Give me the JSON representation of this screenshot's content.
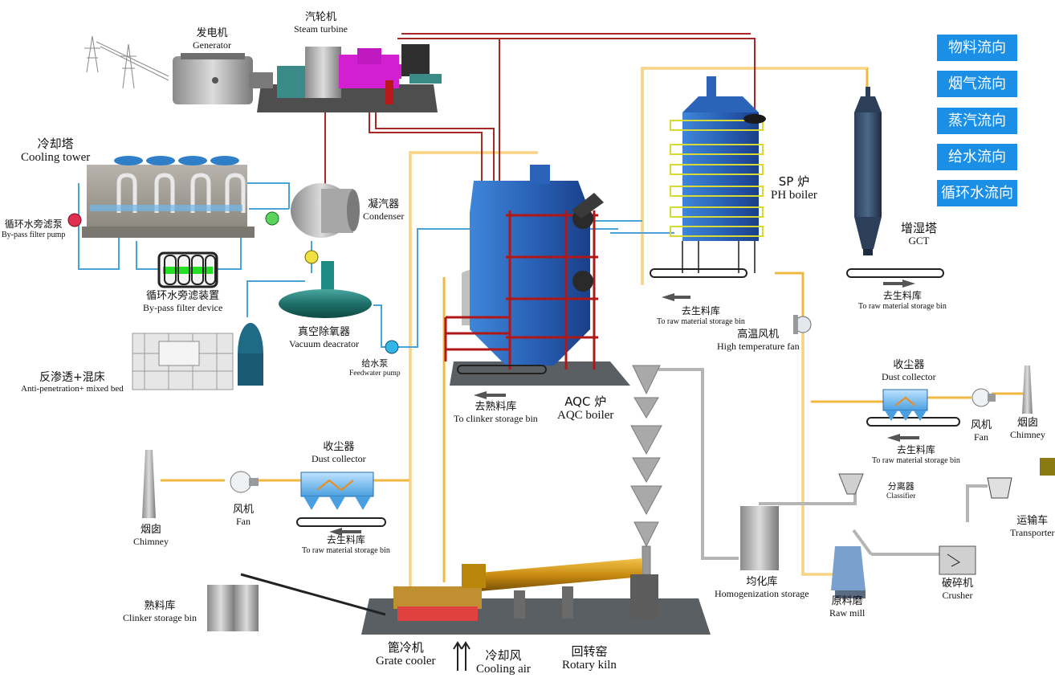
{
  "colors": {
    "legend_bg": "#1b8fe6",
    "material_pipe": "#f0b840",
    "flue_pipe": "#b9b9b9",
    "steam_pipe": "#b22a2a",
    "water_pipe": "#4aa3d6",
    "boiler_blue": "#2563b8",
    "steel_red": "#b01818",
    "ground": "#555a5e"
  },
  "legend": [
    {
      "label": "物料流向"
    },
    {
      "label": "烟气流向"
    },
    {
      "label": "蒸汽流向"
    },
    {
      "label": "给水流向"
    },
    {
      "label": "循环水流向"
    }
  ],
  "labels": {
    "generator": {
      "zh": "发电机",
      "en": "Generator"
    },
    "steam_turbine": {
      "zh": "汽轮机",
      "en": "Steam turbine"
    },
    "cooling_tower": {
      "zh": "冷却塔",
      "en": "Cooling tower"
    },
    "condenser": {
      "zh": "凝汽器",
      "en": "Condenser"
    },
    "bypass_pump": {
      "zh": "循环水旁滤泵",
      "en": "By-pass filter pump"
    },
    "bypass_device": {
      "zh": "循环水旁滤装置",
      "en": "By-pass filter device"
    },
    "vacuum_deaerator": {
      "zh": "真空除氧器",
      "en": "Vacuum deacrator"
    },
    "feedwater_pump": {
      "zh": "给水泵",
      "en": "Feedwater pump"
    },
    "anti_penetration": {
      "zh": "反渗透+混床",
      "en": "Anti-penetration+ mixed bed"
    },
    "aqc_boiler": {
      "zh": "AQC 炉",
      "en": "AQC boiler"
    },
    "to_clinker_bin": {
      "zh": "去熟料库",
      "en": "To clinker storage bin"
    },
    "sp_boiler": {
      "zh": "SP  炉",
      "en": "PH boiler"
    },
    "to_raw_bin_sp": {
      "zh": "去生料库",
      "en": "To raw material storage bin"
    },
    "gct": {
      "zh": "增湿塔",
      "en": "GCT"
    },
    "to_raw_bin_gct": {
      "zh": "去生料库",
      "en": "To raw material storage bin"
    },
    "ht_fan": {
      "zh": "高温风机",
      "en": "High temperature fan"
    },
    "dust_collector_right": {
      "zh": "收尘器",
      "en": "Dust collector"
    },
    "to_raw_bin_right": {
      "zh": "去生料库",
      "en": "To raw material storage bin"
    },
    "fan_right": {
      "zh": "风机",
      "en": "Fan"
    },
    "chimney_right": {
      "zh": "烟囱",
      "en": "Chimney"
    },
    "classifier": {
      "zh": "分离器",
      "en": "Classifier"
    },
    "transporter": {
      "zh": "运输车",
      "en": "Transporter"
    },
    "homogenization": {
      "zh": "均化库",
      "en": "Homogenization storage"
    },
    "raw_mill": {
      "zh": "原料磨",
      "en": "Raw mill"
    },
    "crusher": {
      "zh": "破碎机",
      "en": "Crusher"
    },
    "chimney_left": {
      "zh": "烟囱",
      "en": "Chimney"
    },
    "fan_left": {
      "zh": "风机",
      "en": "Fan"
    },
    "dust_collector_left": {
      "zh": "收尘器",
      "en": "Dust collector"
    },
    "to_raw_bin_left": {
      "zh": "去生料库",
      "en": "To raw material storage bin"
    },
    "clinker_storage": {
      "zh": "熟料库",
      "en": "Clinker storage bin"
    },
    "grate_cooler": {
      "zh": "篦冷机",
      "en": "Grate cooler"
    },
    "cooling_air": {
      "zh": "冷却风",
      "en": "Cooling air"
    },
    "rotary_kiln": {
      "zh": "回转窑",
      "en": "Rotary kiln"
    }
  }
}
